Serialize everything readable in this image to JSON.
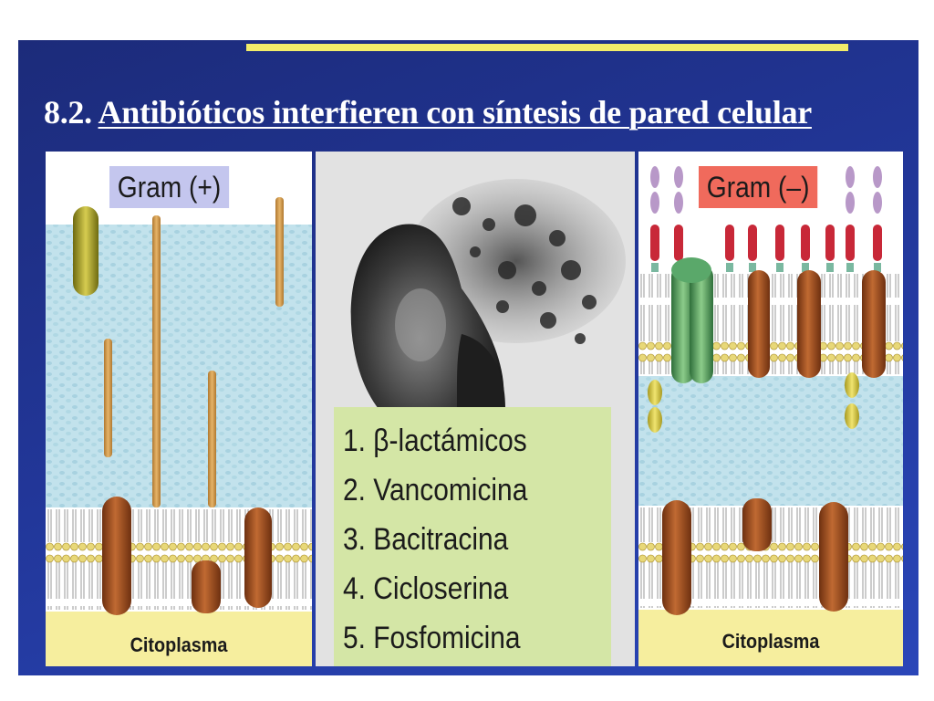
{
  "slide": {
    "title_number": "8.2.",
    "title_text": "Antibióticos interfieren con síntesis de pared celular"
  },
  "left_panel": {
    "label": "Gram (+)",
    "cytoplasm_label": "Citoplasma"
  },
  "right_panel": {
    "label": "Gram (–)",
    "cytoplasm_label": "Citoplasma"
  },
  "antibiotics": [
    "1. β-lactámicos",
    "2. Vancomicina",
    "3. Bacitracina",
    "4. Cicloserina",
    "5. Fosfomicina"
  ],
  "colors": {
    "background": "#22379a",
    "accent_bar": "#f2ec6a",
    "gram_pos_label": "#c4c6ee",
    "gram_neg_label": "#f06a5c",
    "legend_box": "#d4e6a6",
    "periplasm": "#bfe0ea",
    "membrane": "#e8d878",
    "protein": "#a85a2a",
    "porin": "#5aa86a"
  }
}
